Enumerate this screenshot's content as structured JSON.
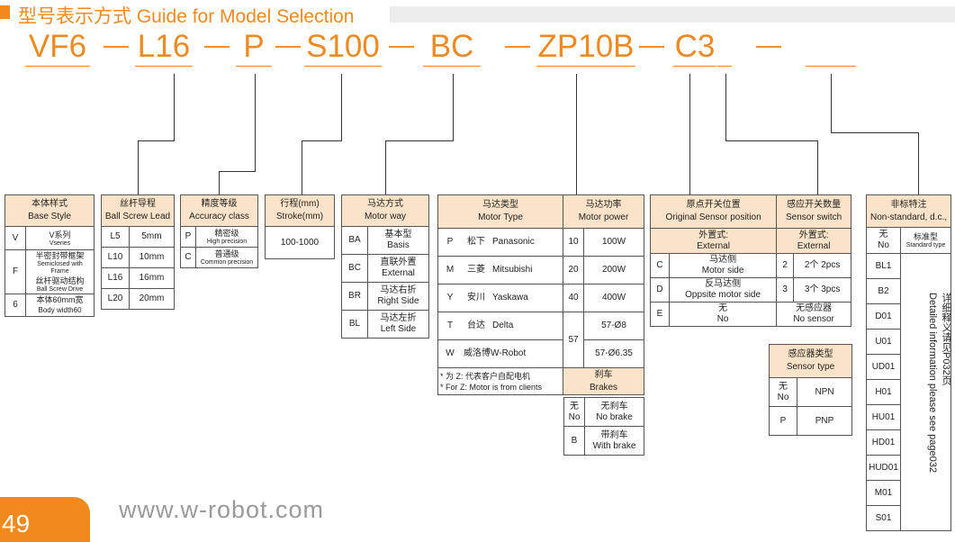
{
  "header": {
    "title": "型号表示方式 Guide for Model Selection"
  },
  "codes": {
    "c1": "VF6",
    "c2": "L16",
    "c3": "P",
    "c4": "S100",
    "c5": "BC",
    "c6": "ZP10B",
    "c7": "C3",
    "dash": "—"
  },
  "base_style": {
    "h1": "本体样式",
    "h2": "Base Style",
    "rows": [
      {
        "code": "V",
        "l1": "V系列",
        "l2": "Vseries"
      },
      {
        "code": "F",
        "l1": "半密封带框架",
        "l2": "Semiclosed with Frame",
        "l3": "丝杆驱动结构",
        "l4": "Ball Screw Drive"
      },
      {
        "code": "6",
        "l1": "本体60mm宽",
        "l2": "Body width60"
      }
    ]
  },
  "ball_screw": {
    "h1": "丝杆导程",
    "h2": "Ball Screw Lead",
    "rows": [
      {
        "code": "L5",
        "val": "5mm"
      },
      {
        "code": "L10",
        "val": "10mm"
      },
      {
        "code": "L16",
        "val": "16mm"
      },
      {
        "code": "L20",
        "val": "20mm"
      }
    ]
  },
  "accuracy": {
    "h1": "精度等级",
    "h2": "Accuracy class",
    "rows": [
      {
        "code": "P",
        "l1": "精密级",
        "l2": "High precision"
      },
      {
        "code": "C",
        "l1": "普通级",
        "l2": "Common precision"
      }
    ]
  },
  "stroke": {
    "h1": "行程(mm)",
    "h2": "Stroke(mm)",
    "val": "100-1000"
  },
  "motor_way": {
    "h1": "马达方式",
    "h2": "Motor way",
    "rows": [
      {
        "code": "BA",
        "l1": "基本型",
        "l2": "Basis"
      },
      {
        "code": "BC",
        "l1": "直联外置",
        "l2": "External"
      },
      {
        "code": "BR",
        "l1": "马达右折",
        "l2": "Right Side"
      },
      {
        "code": "BL",
        "l1": "马达左折",
        "l2": "Left Side"
      }
    ]
  },
  "motor_type": {
    "h1": "马达类型",
    "h2": "Motor Type",
    "p1": "马达功率",
    "p2": "Motor power",
    "rows": [
      {
        "code": "P",
        "name": "松下",
        "en": "Panasonic",
        "pc": "10",
        "pw": "100W"
      },
      {
        "code": "M",
        "name": "三菱",
        "en": "Mitsubishi",
        "pc": "20",
        "pw": "200W"
      },
      {
        "code": "Y",
        "name": "安川",
        "en": "Yaskawa",
        "pc": "40",
        "pw": "400W"
      },
      {
        "code": "T",
        "name": "台达",
        "en": "Delta",
        "pc": "57",
        "pw": "57-Ø8"
      },
      {
        "code": "W",
        "name": "威洛博W-Robot",
        "en": "",
        "pc": "",
        "pw": "57-Ø6.35"
      }
    ],
    "note1": "* 为 Z: 代表客户自配电机",
    "note2": "* For Z: Motor is from clients"
  },
  "brakes": {
    "h1": "刹车",
    "h2": "Brakes",
    "rows": [
      {
        "c1": "无",
        "c2": "No",
        "l1": "无刹车",
        "l2": "No brake"
      },
      {
        "c1": "B",
        "c2": "",
        "l1": "带刹车",
        "l2": "With brake"
      }
    ]
  },
  "sensor": {
    "h1": "原点开关位置",
    "h2": "Original Sensor position",
    "h3": "感应开关数量",
    "h4": "Sensor switch",
    "s1": "外置式:",
    "s2": "External",
    "s3": "外置式:",
    "s4": "External",
    "rows": [
      {
        "code": "C",
        "l1": "马达侧",
        "l2": "Motor side",
        "n": "2",
        "q1": "2个",
        "q2": "2pcs"
      },
      {
        "code": "D",
        "l1": "反马达侧",
        "l2": "Oppsite motor side",
        "n": "3",
        "q1": "3个",
        "q2": "3pcs"
      },
      {
        "code": "E",
        "l1": "无",
        "l2": "No",
        "n": "",
        "q1": "无感应器",
        "q2": "No sensor"
      }
    ]
  },
  "sensor_type": {
    "h1": "感应器类型",
    "h2": "Sensor type",
    "rows": [
      {
        "c1": "无",
        "c2": "No",
        "val": "NPN"
      },
      {
        "c1": "P",
        "c2": "",
        "val": "PNP"
      }
    ]
  },
  "nonstandard": {
    "h1": "非标特注",
    "h2": "Non-standard, d.c.,",
    "s1": "无",
    "s2": "No",
    "s3": "标准型",
    "s4": "Standard type",
    "codes": [
      "BL1",
      "B2",
      "D01",
      "U01",
      "UD01",
      "H01",
      "HU01",
      "HD01",
      "HUD01",
      "M01",
      "S01"
    ],
    "side1": "详细释义请见P032页",
    "side2": "Detailed information please see page032"
  },
  "footer": {
    "page": "49",
    "url": "www.w-robot.com"
  }
}
